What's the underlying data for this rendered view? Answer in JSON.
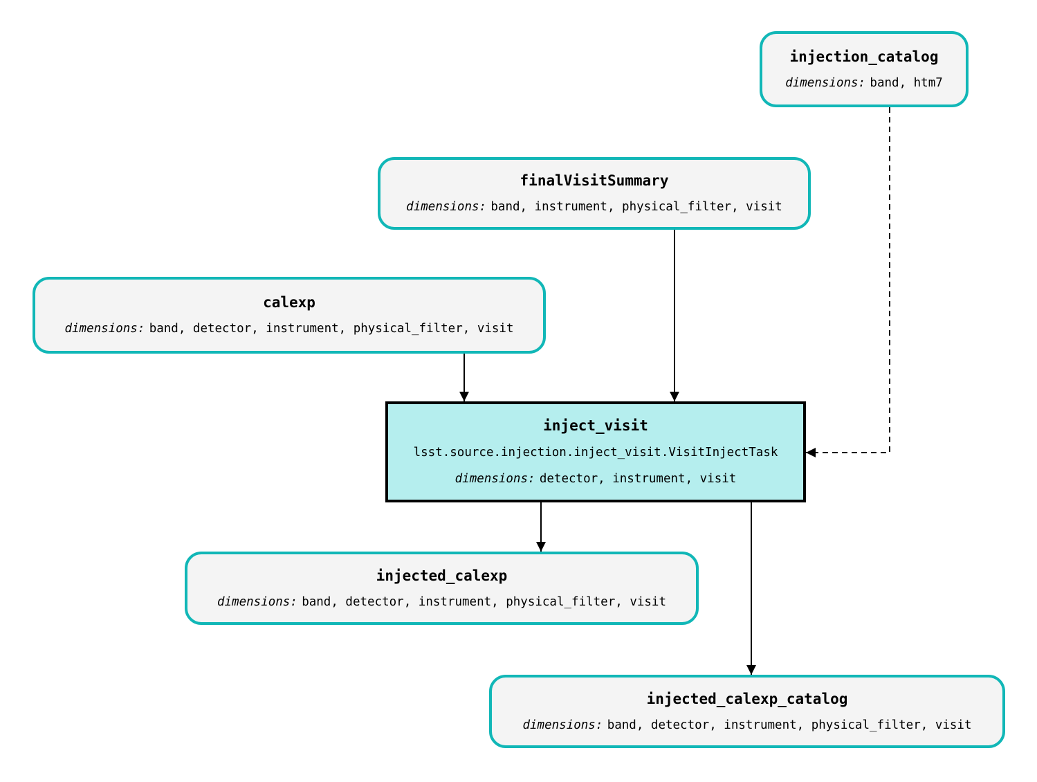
{
  "diagram": {
    "colors": {
      "dataset_fill": "#f4f4f4",
      "dataset_border": "#11b7b7",
      "task_fill": "#b5eeee",
      "task_border": "#000000",
      "edge": "#000000",
      "text": "#000000",
      "bg": "#ffffff"
    },
    "nodes": {
      "injection_catalog": {
        "title": "injection_catalog",
        "dimensions_label": "dimensions:",
        "dimensions": "band, htm7"
      },
      "finalVisitSummary": {
        "title": "finalVisitSummary",
        "dimensions_label": "dimensions:",
        "dimensions": "band, instrument, physical_filter, visit"
      },
      "calexp": {
        "title": "calexp",
        "dimensions_label": "dimensions:",
        "dimensions": "band, detector, instrument, physical_filter, visit"
      },
      "inject_visit": {
        "title": "inject_visit",
        "task_class": "lsst.source.injection.inject_visit.VisitInjectTask",
        "dimensions_label": "dimensions:",
        "dimensions": "detector, instrument, visit"
      },
      "injected_calexp": {
        "title": "injected_calexp",
        "dimensions_label": "dimensions:",
        "dimensions": "band, detector, instrument, physical_filter, visit"
      },
      "injected_calexp_catalog": {
        "title": "injected_calexp_catalog",
        "dimensions_label": "dimensions:",
        "dimensions": "band, detector, instrument, physical_filter, visit"
      }
    },
    "edges": [
      {
        "from": "calexp",
        "to": "inject_visit",
        "style": "solid"
      },
      {
        "from": "finalVisitSummary",
        "to": "inject_visit",
        "style": "solid"
      },
      {
        "from": "injection_catalog",
        "to": "inject_visit",
        "style": "dashed"
      },
      {
        "from": "inject_visit",
        "to": "injected_calexp",
        "style": "solid"
      },
      {
        "from": "inject_visit",
        "to": "injected_calexp_catalog",
        "style": "solid"
      }
    ]
  }
}
